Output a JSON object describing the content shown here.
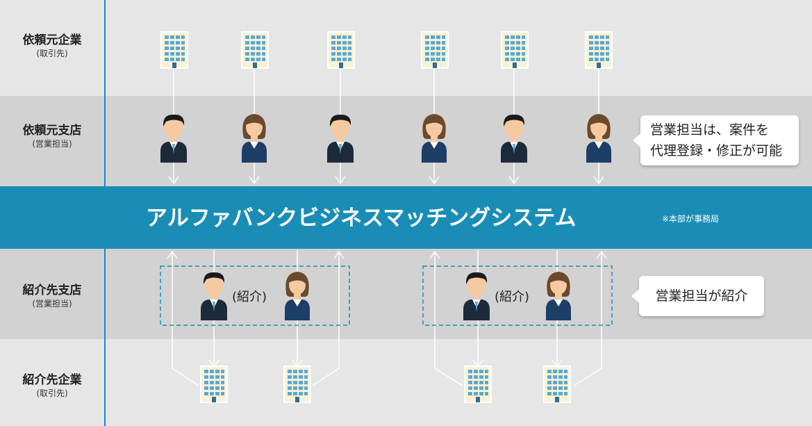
{
  "rows": {
    "requester_company": {
      "main": "依頼元企業",
      "sub": "(取引先)"
    },
    "requester_branch": {
      "main": "依頼元支店",
      "sub": "(営業担当)"
    },
    "referral_branch": {
      "main": "紹介先支店",
      "sub": "(営業担当)"
    },
    "referral_company": {
      "main": "紹介先企業",
      "sub": "(取引先)"
    }
  },
  "system": {
    "title": "アルファバンクビジネスマッチングシステム",
    "note": "※本部が事務局"
  },
  "callouts": {
    "upper_line1": "営業担当は、案件を",
    "upper_line2": "代理登録・修正が可能",
    "lower": "営業担当が紹介"
  },
  "intro_label": "(紹介)",
  "colors": {
    "accent_blue": "#1a8db6",
    "band_light": "#e6e6e6",
    "band_dark": "#d2d2d2",
    "suit": "#1d2a3a",
    "building_window": "#5aa9d6"
  },
  "icons": [
    "building-icon",
    "male-staff-icon",
    "female-staff-icon",
    "arrow-down-icon",
    "arrow-up-icon"
  ]
}
